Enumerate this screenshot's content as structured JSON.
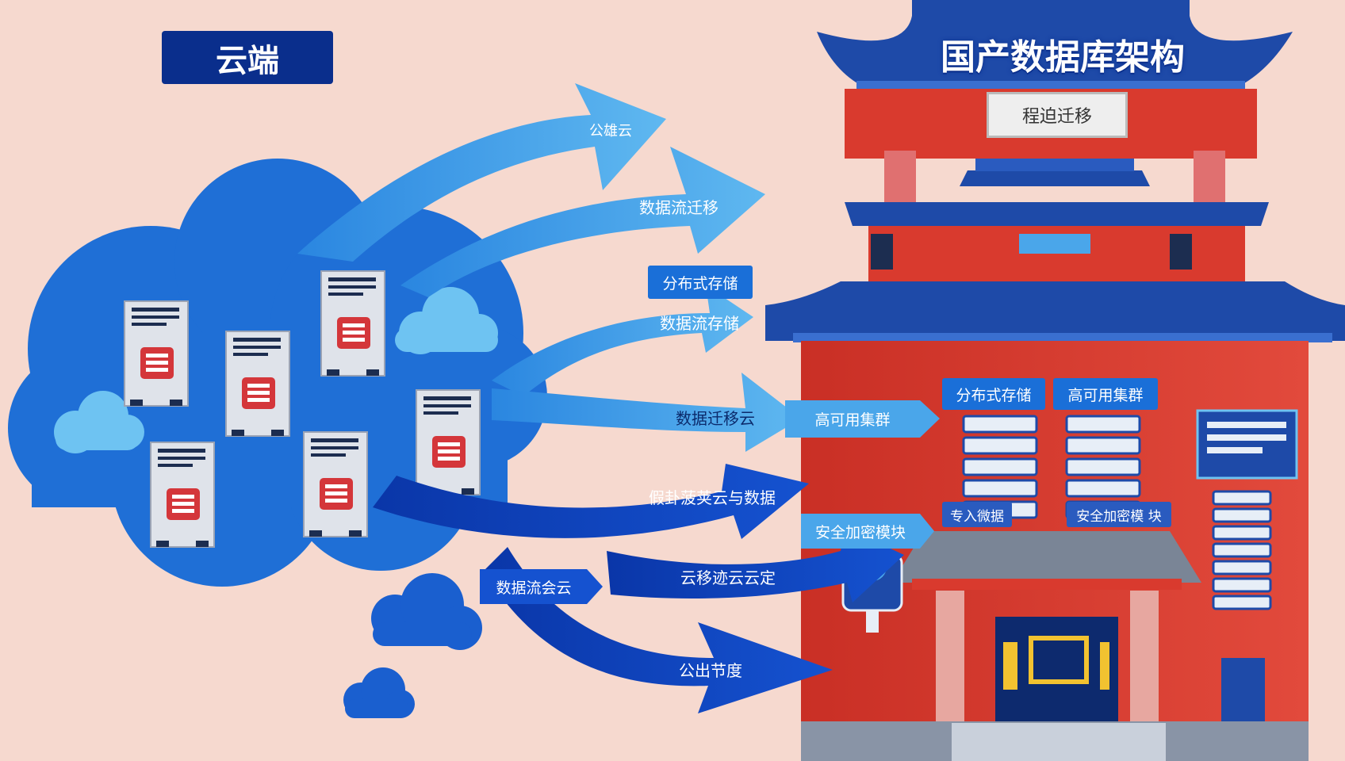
{
  "header": {
    "left_title": "云端",
    "right_title": "国产数据库架构",
    "plaque": "程迫迁移"
  },
  "arrows": [
    {
      "label": "公雄云"
    },
    {
      "label": "数据流迁移"
    },
    {
      "label": "数据流存储"
    },
    {
      "label": "数据迁移云"
    },
    {
      "label": "假卦菠荚云与数据"
    },
    {
      "label": "云移迹云云定"
    },
    {
      "label": "公出节度"
    }
  ],
  "tags": {
    "left_storage": "分布式存储",
    "left_stream": "数据流会云",
    "building_storage": "分布式存储",
    "building_ha": "高可用集群",
    "cluster_arrow": "高可用集群",
    "security_module": "安全加密模块",
    "small_left": "专入微据",
    "small_right": "安全加密模 块"
  },
  "colors": {
    "background": "#f6d9cf",
    "cloud": "#1f6fd6",
    "arrow_light": "#4aa6ea",
    "arrow_dark": "#0d3fb8",
    "building_red": "#d93a2e",
    "roof_blue": "#1e4aa8",
    "title_navy": "#0a2e8c"
  }
}
